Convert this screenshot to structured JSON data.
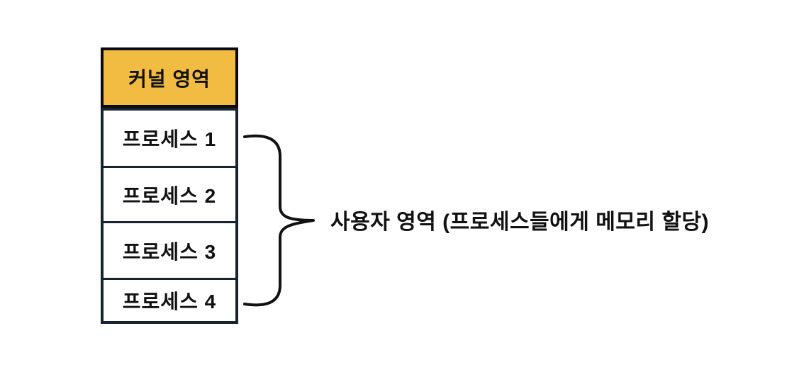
{
  "diagram": {
    "kernel_box": {
      "label": "커널 영역"
    },
    "processes": [
      {
        "label": "프로세스 1"
      },
      {
        "label": "프로세스 2"
      },
      {
        "label": "프로세스 3"
      },
      {
        "label": "프로세스 4"
      }
    ],
    "user_area": {
      "label": "사용자 영역 (프로세스들에게 메모리 할당)"
    },
    "colors": {
      "kernel_fill": "#F2BC43",
      "kernel_border": "#0A0A0A",
      "process_border": "#17242F",
      "ink": "#111111"
    }
  }
}
